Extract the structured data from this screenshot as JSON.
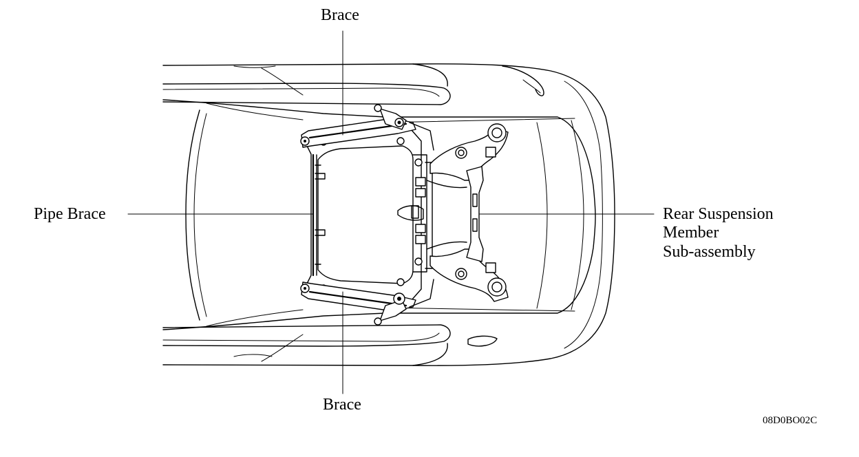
{
  "labels": {
    "brace_top": "Brace",
    "brace_bottom": "Brace",
    "pipe_brace": "Pipe Brace",
    "rear_suspension_line1": "Rear Suspension",
    "rear_suspension_line2": "Member",
    "rear_suspension_line3": "Sub-assembly"
  },
  "figure_code": "08D0BO02C"
}
